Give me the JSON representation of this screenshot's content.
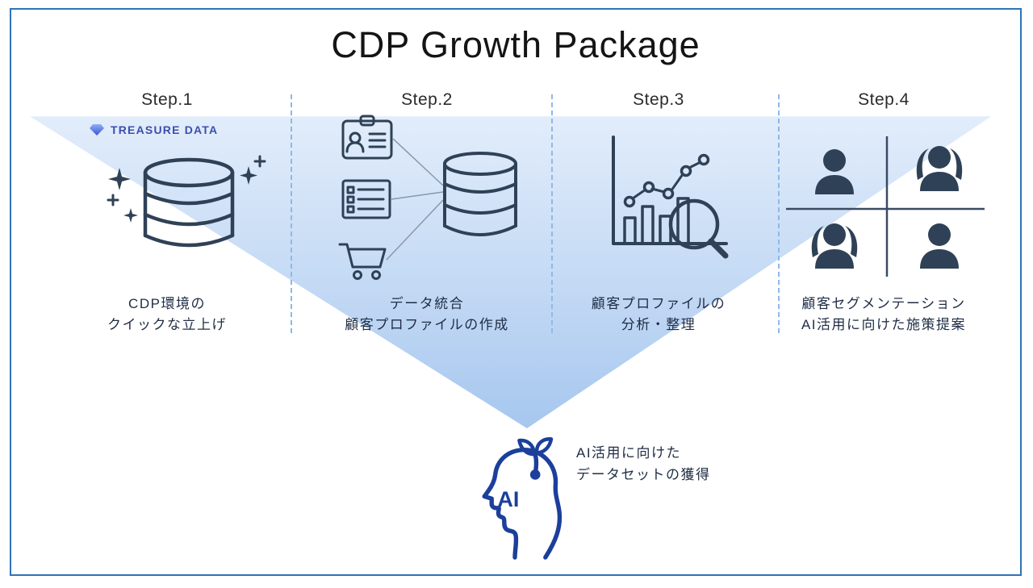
{
  "title": "CDP Growth Package",
  "brand": {
    "name": "TREASURE DATA"
  },
  "steps": [
    {
      "label": "Step.1",
      "caption": [
        "CDP環境の",
        "クイックな立上げ"
      ]
    },
    {
      "label": "Step.2",
      "caption": [
        "データ統合",
        "顧客プロファイルの作成"
      ]
    },
    {
      "label": "Step.3",
      "caption": [
        "顧客プロファイルの",
        "分析・整理"
      ]
    },
    {
      "label": "Step.4",
      "caption": [
        "顧客セグメンテーション",
        "AI活用に向けた施策提案"
      ]
    }
  ],
  "outcome": {
    "ai_label": "AI",
    "caption": [
      "AI活用に向けた",
      "データセットの獲得"
    ]
  },
  "icons": {
    "brand": "treasure-data-diamond-logo",
    "step1": [
      "sparkles-icon",
      "database-icon"
    ],
    "step2": [
      "id-card-icon",
      "list-icon",
      "shopping-cart-icon",
      "database-icon"
    ],
    "step3": [
      "bar-chart-icon",
      "magnifier-icon"
    ],
    "step4": [
      "user-silhouette-icons",
      "quadrant-grid"
    ],
    "outcome": [
      "head-profile-icon",
      "sprout-icon"
    ]
  },
  "colors": {
    "border_blue": "#2e74b5",
    "funnel_top": "#e2edfb",
    "funnel_bottom": "#a6c7ef",
    "dash_blue": "#8fb8ea",
    "icon_navy": "#2f4156",
    "brand_blue": "#3b4fae",
    "head_blue": "#1c3f9b",
    "text_dark": "#1f2d45"
  }
}
